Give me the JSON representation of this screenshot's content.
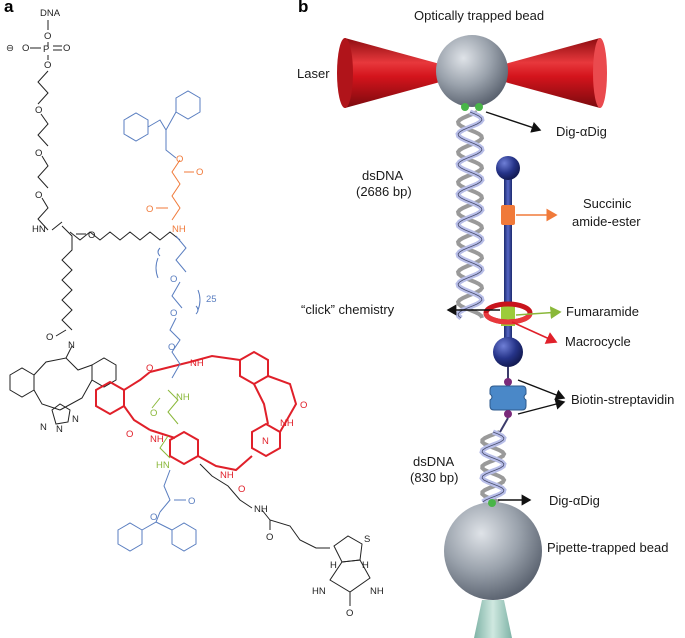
{
  "panel_a": {
    "letter": "a",
    "atoms": {
      "dna": "DNA",
      "phosphate_charge": "⊖",
      "p": "P",
      "o": "O",
      "hn": "HN",
      "nh": "NH",
      "n": "N",
      "s": "S",
      "h": "H",
      "hn_biotin": "HN",
      "nh_biotin": "NH",
      "peg_repeat": "25"
    }
  },
  "panel_b": {
    "letter": "b",
    "labels": {
      "optically_trapped_bead": "Optically trapped bead",
      "laser": "Laser",
      "dig_top": "Dig-αDig",
      "dsdna_top_name": "dsDNA",
      "dsdna_top_len": "(2686 bp)",
      "succinic_1": "Succinic",
      "succinic_2": "amide-ester",
      "click": "“click” chemistry",
      "fumaramide": "Fumaramide",
      "macrocycle": "Macrocycle",
      "biotin_streptavidin": "Biotin-streptavidin",
      "dsdna_bottom_name": "dsDNA",
      "dsdna_bottom_len": "(830 bp)",
      "dig_bottom": "Dig-αDig",
      "pipette_bead": "Pipette-trapped bead"
    }
  },
  "colors": {
    "black_structure": "#222222",
    "blue_structure": "#5a7ec0",
    "orange_structure": "#f07a3a",
    "red_structure": "#e0202a",
    "green_structure": "#8ab83a",
    "laser_red": "#d4141c",
    "bead_grey": "#9aa2ac",
    "axle_blue": "#2e3d8f",
    "streptavidin_blue": "#4a88c8",
    "pipette_teal": "#a8cfc4"
  }
}
